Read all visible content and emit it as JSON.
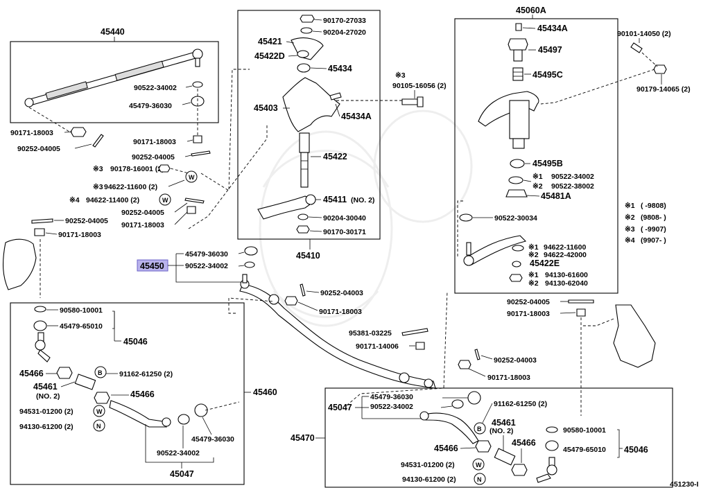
{
  "diagram": {
    "code": "451230-I",
    "highlight": "45450",
    "groups": {
      "g45440": "45440",
      "g45410": "45410",
      "g45060A": "45060A",
      "g45460": "45460",
      "g45470": "45470",
      "g45046a": "45046",
      "g45047a": "45047",
      "g45046b": "45046",
      "g45047b": "45047"
    },
    "labels": {
      "p_90170_27033": "90170-27033",
      "p_90204_27020": "90204-27020",
      "p_45421": "45421",
      "p_45422D": "45422D",
      "p_45434": "45434",
      "p_45403": "45403",
      "p_45434A_mid": "45434A",
      "p_45422": "45422",
      "p_45411": "45411",
      "p_45411_note": "(NO. 2)",
      "p_90204_30040": "90204-30040",
      "p_90170_30171": "90170-30171",
      "p_90522_34002_a": "90522-34002",
      "p_45479_36030_a": "45479-36030",
      "p_90171_18003_a": "90171-18003",
      "p_90252_04005_a": "90252-04005",
      "p_90171_18003_b": "90171-18003",
      "p_90252_04005_b": "90252-04005",
      "p_90178_16001": "90178-16001 (2)",
      "p_94622_11600": "94622-11600 (2)",
      "p_94622_11400": "94622-11400 (2)",
      "p_90252_04005_c": "90252-04005",
      "p_90171_18003_c": "90171-18003",
      "p_90252_04005_d": "90252-04005",
      "p_90171_18003_d": "90171-18003",
      "p_45479_36030_b": "45479-36030",
      "p_90522_34002_b": "90522-34002",
      "p_45450": "45450",
      "p_90105_16056": "90105-16056 (2)",
      "p_90252_04003_a": "90252-04003",
      "p_90171_18003_e": "90171-18003",
      "p_95381_03225": "95381-03225",
      "p_90171_14006": "90171-14006",
      "p_90252_04003_b": "90252-04003",
      "p_90171_18003_f": "90171-18003",
      "p_45434A_top": "45434A",
      "p_45497": "45497",
      "p_45495C": "45495C",
      "p_45495B": "45495B",
      "p_90522_34002_c": "90522-34002",
      "p_90522_38002": "90522-38002",
      "p_45481A": "45481A",
      "p_90522_30034": "90522-30034",
      "p_94622_11600_b": "94622-11600",
      "p_94622_42000": "94622-42000",
      "p_45422E": "45422E",
      "p_94130_61600": "94130-61600",
      "p_94130_62040": "94130-62040",
      "p_90101_14050": "90101-14050 (2)",
      "p_90179_14065": "90179-14065 (2)",
      "p_90252_04005_e": "90252-04005",
      "p_90171_18003_g": "90171-18003",
      "p_90580_10001_a": "90580-10001",
      "p_45479_65010_a": "45479-65010",
      "p_45466_a": "45466",
      "p_91162_61250_a": "91162-61250 (2)",
      "p_45461_a": "45461",
      "p_45461_a_note": "(NO. 2)",
      "p_45466_b": "45466",
      "p_94531_01200_a": "94531-01200 (2)",
      "p_94130_61200_a": "94130-61200 (2)",
      "p_90522_34002_d": "90522-34002",
      "p_45479_36030_c": "45479-36030",
      "p_45479_36030_d": "45479-36030",
      "p_90522_34002_e": "90522-34002",
      "p_91162_61250_b": "91162-61250 (2)",
      "p_45461_b": "45461",
      "p_45461_b_note": "(NO. 2)",
      "p_45466_c": "45466",
      "p_45466_d": "45466",
      "p_90580_10001_b": "90580-10001",
      "p_45479_65010_b": "45479-65010",
      "p_94531_01200_b": "94531-01200 (2)",
      "p_94130_61200_b": "94130-61200 (2)"
    },
    "marks": {
      "m3a": "※3",
      "m4a": "※4",
      "m3b": "※3",
      "m3c": "※3",
      "m1a": "※1",
      "m2a": "※2",
      "m1b": "※1",
      "m2b": "※2",
      "m1c": "※1",
      "m2c": "※2"
    },
    "circle_symbols": {
      "W": "W",
      "B": "B",
      "N": "N"
    },
    "legend": [
      {
        "mark": "※1",
        "range": "(        -9808)"
      },
      {
        "mark": "※2",
        "range": "(9808-        )"
      },
      {
        "mark": "※3",
        "range": "(        -9907)"
      },
      {
        "mark": "※4",
        "range": "(9907-        )"
      }
    ]
  }
}
